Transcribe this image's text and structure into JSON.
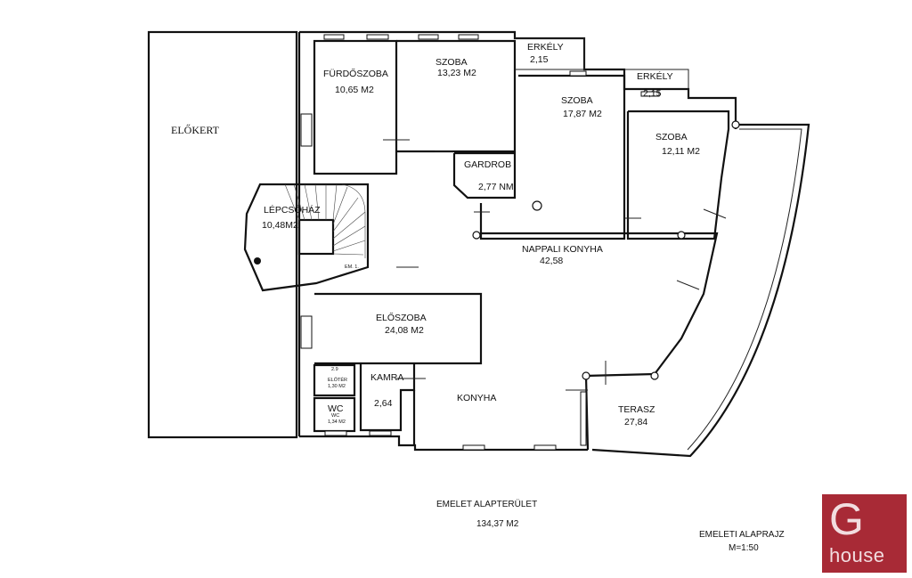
{
  "rooms": {
    "elokert": "ELŐKERT",
    "furdoszoba": "FÜRDŐSZOBA",
    "furdoszoba_area": "10,65 M2",
    "szoba1": "SZOBA",
    "szoba1_area": "13,23 M2",
    "erkely1": "ERKÉLY",
    "erkely1_area": "2,15",
    "erkely2": "ERKÉLY",
    "erkely2_area": "2,15",
    "szoba2": "SZOBA",
    "szoba2_area": "17,87 M2",
    "szoba3": "SZOBA",
    "szoba3_area": "12,11 M2",
    "gardrob": "GARDROB",
    "gardrob_area": "2,77 NM",
    "lepcsohaz": "LÉPCSŐHÁZ",
    "lepcsohaz_area": "10,48M2",
    "nappali": "NAPPALI KONYHA",
    "nappali_area": "42,58",
    "eloszoba": "ELŐSZOBA",
    "eloszoba_area": "24,08 M2",
    "kamra": "KAMRA",
    "kamra_area": "2,64",
    "konyha": "KONYHA",
    "terasz": "TERASZ",
    "terasz_area": "27,84",
    "eloter_num": "2.9",
    "eloter": "ELŐTÉR",
    "eloter_area": "1,30 M2",
    "wc": "WC",
    "wc_sub": "WC",
    "wc_area": "1,34 M2",
    "em_mark": "EM. 1."
  },
  "footer": {
    "area_title": "EMELET ALAPTERÜLET",
    "area_value": "134,37 M2",
    "plan_title": "EMELETI  ALAPRAJZ",
    "scale": "M=1:50"
  },
  "logo": {
    "letter": "G",
    "word": "house",
    "color": "#a82a36"
  }
}
